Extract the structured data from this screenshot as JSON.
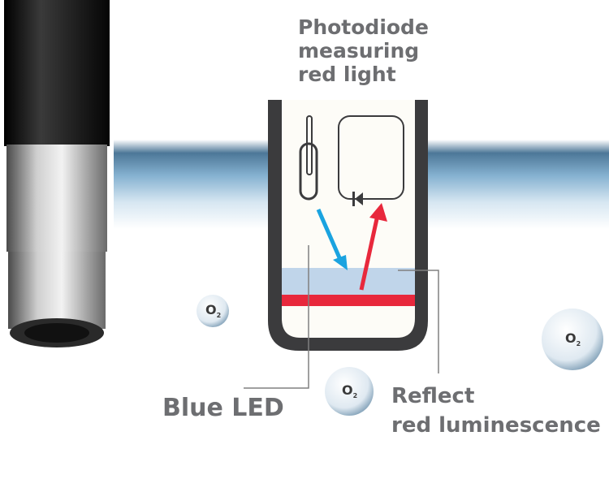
{
  "labels": {
    "photodiode": [
      "Photodiode",
      "measuring",
      "red light"
    ],
    "blue_led": "Blue LED",
    "reflect": [
      "Reflect",
      "red luminescence"
    ]
  },
  "bubble": {
    "symbol": "O",
    "subscript": "2"
  },
  "colors": {
    "blue_arrow": "#1aa3e0",
    "red_arrow": "#e8283c",
    "sensing_layer": "#c0d5ea",
    "cup_wall": "#3b3b3d",
    "label_text": "#6d6e71"
  }
}
